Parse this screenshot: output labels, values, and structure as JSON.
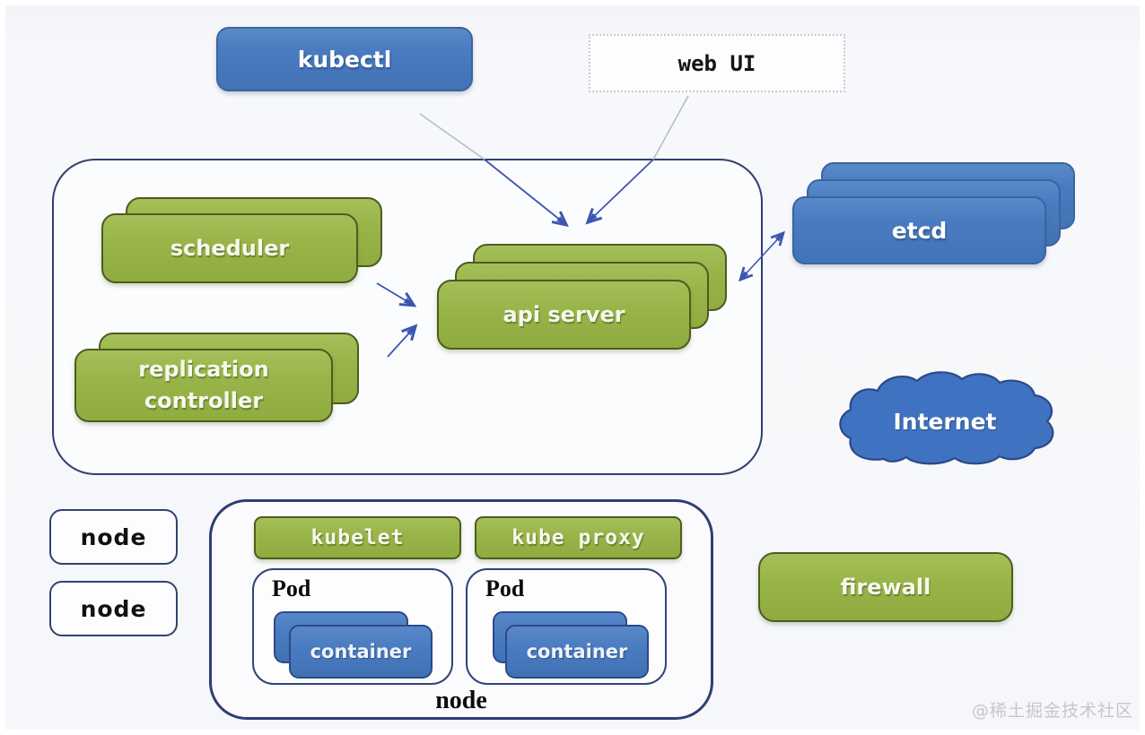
{
  "nodes": {
    "kubectl": "kubectl",
    "web_ui": "web UI",
    "scheduler": "scheduler",
    "replication_controller": "replication controller",
    "api_server": "api server",
    "etcd": "etcd",
    "internet": "Internet",
    "node_1": "node",
    "node_2": "node",
    "kubelet": "kubelet",
    "kube_proxy": "kube proxy",
    "pod_1": "Pod",
    "pod_2": "Pod",
    "container_1": "container",
    "container_2": "container",
    "node_group": "node",
    "firewall": "firewall"
  },
  "colors": {
    "green_box": "#99b54a",
    "green_border": "#4e5c1e",
    "blue_box": "#4a7bc0",
    "blue_border": "#3a649e",
    "navy_outline": "#2f3f72",
    "arrow": "#3b55b0",
    "background": "#f5f7fa",
    "watermark_gray": "#c5c7ca"
  },
  "watermark": "@稀土掘金技术社区"
}
